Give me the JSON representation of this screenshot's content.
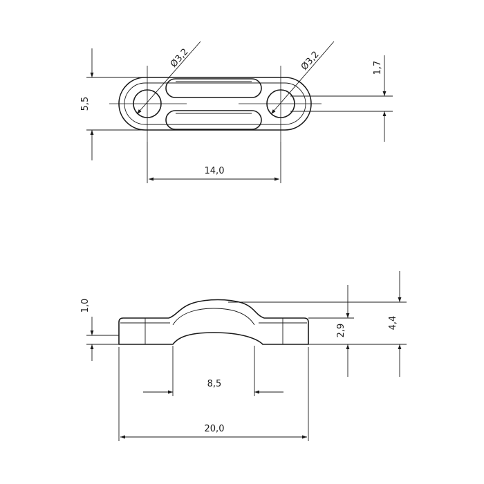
{
  "top_view": {
    "hole_left_label": "Ø3,2",
    "hole_right_label": "Ø3,2",
    "height_label": "5,5",
    "offset_label": "1,7",
    "spacing_label": "14,0"
  },
  "side_view": {
    "thickness_label": "1,0",
    "inner_height_label": "2,9",
    "total_height_label": "4,4",
    "arch_width_label": "8,5",
    "total_length_label": "20,0"
  }
}
